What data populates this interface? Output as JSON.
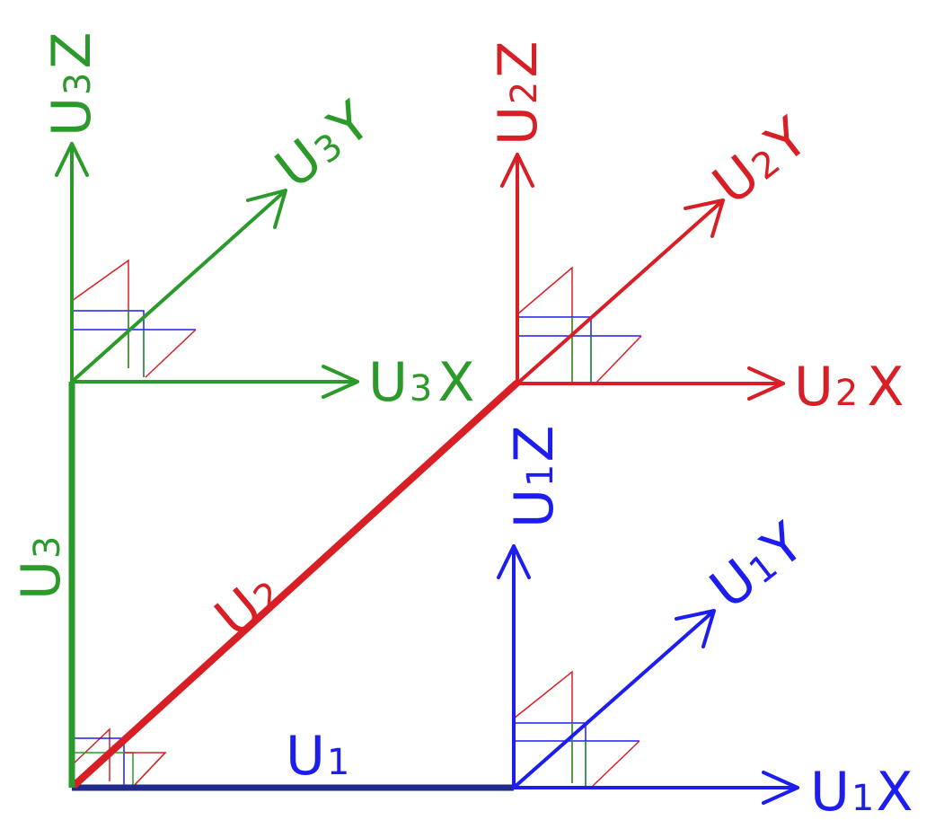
{
  "colors": {
    "green": "#2b9a2b",
    "red": "#d81f26",
    "blue": "#1d1df0",
    "dark_blue": "#1f2a8f"
  },
  "vectors": {
    "u1": {
      "main": "U",
      "sub": "1"
    },
    "u2": {
      "main": "U",
      "sub": "2"
    },
    "u3": {
      "main": "U",
      "sub": "3"
    }
  },
  "frames": {
    "u1": {
      "x": {
        "main": "U",
        "sub": "1",
        "axis": "X"
      },
      "y": {
        "main": "U",
        "sub": "1",
        "axis": "Y"
      },
      "z": {
        "main": "U",
        "sub": "1",
        "axis": "Z"
      }
    },
    "u2": {
      "x": {
        "main": "U",
        "sub": "2",
        "axis": "X"
      },
      "y": {
        "main": "U",
        "sub": "2",
        "axis": "Y"
      },
      "z": {
        "main": "U",
        "sub": "2",
        "axis": "Z"
      }
    },
    "u3": {
      "x": {
        "main": "U",
        "sub": "3",
        "axis": "X"
      },
      "y": {
        "main": "U",
        "sub": "3",
        "axis": "Y"
      },
      "z": {
        "main": "U",
        "sub": "3",
        "axis": "Z"
      }
    }
  }
}
